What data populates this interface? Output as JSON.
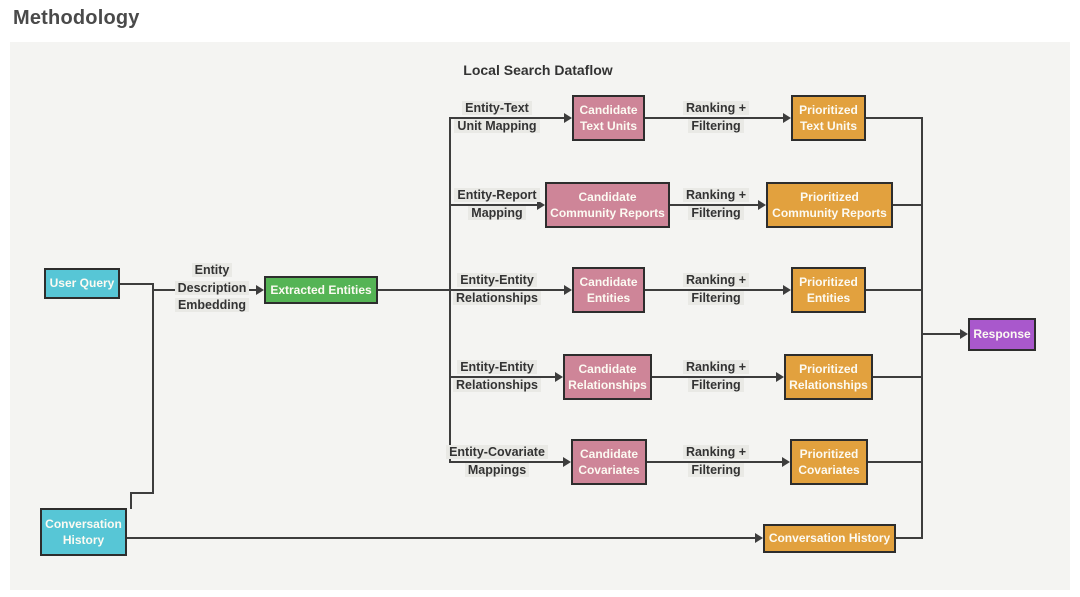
{
  "title": "Methodology",
  "diagram": {
    "title": "Local Search Dataflow"
  },
  "inputs": {
    "user_query": "User Query",
    "conversation_history": "Conversation History"
  },
  "embedding_label": "Entity\nDescription\nEmbedding",
  "extracted_entities": "Extracted Entities",
  "rows": [
    {
      "mapping": "Entity-Text\nUnit Mapping",
      "candidate": "Candidate Text Units",
      "ranking": "Ranking +\nFiltering",
      "prioritized": "Prioritized Text Units"
    },
    {
      "mapping": "Entity-Report\nMapping",
      "candidate": "Candidate Community Reports",
      "ranking": "Ranking +\nFiltering",
      "prioritized": "Prioritized Community Reports"
    },
    {
      "mapping": "Entity-Entity\nRelationships",
      "candidate": "Candidate Entities",
      "ranking": "Ranking +\nFiltering",
      "prioritized": "Prioritized Entities"
    },
    {
      "mapping": "Entity-Entity\nRelationships",
      "candidate": "Candidate Relationships",
      "ranking": "Ranking +\nFiltering",
      "prioritized": "Prioritized Relationships"
    },
    {
      "mapping": "Entity-Covariate\nMappings",
      "candidate": "Candidate Covariates",
      "ranking": "Ranking +\nFiltering",
      "prioritized": "Prioritized Covariates"
    }
  ],
  "outputs": {
    "conversation_history": "Conversation History",
    "response": "Response"
  },
  "colors": {
    "panel_background": "#f4f4f2",
    "input_cyan": "#57c6d6",
    "entities_green": "#55b455",
    "candidate_pink": "#ce8598",
    "prioritized_orange": "#e2a13e",
    "response_purple": "#a958cc",
    "edge_line": "#3d3d3d",
    "edge_label_background": "#e9e9e5",
    "box_border": "#2d2d2d",
    "label_text": "#333333",
    "title_text": "#4a4a4a"
  }
}
